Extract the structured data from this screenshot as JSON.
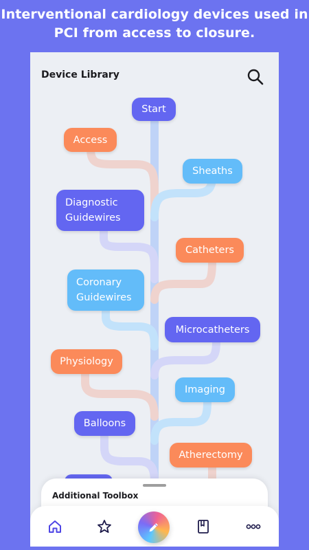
{
  "headline": "Interventional cardiology devices used in PCI from access to closure.",
  "app": {
    "title": "Device Library",
    "search_icon": "search-icon"
  },
  "tree": {
    "nodes": [
      {
        "id": "start",
        "label": "Start",
        "color": "#6366F1"
      },
      {
        "id": "access",
        "label": "Access",
        "color": "#FB8A5A"
      },
      {
        "id": "sheaths",
        "label": "Sheaths",
        "color": "#63BCF9"
      },
      {
        "id": "diagnostic-guidewires",
        "label": "Diagnostic\nGuidewires",
        "color": "#6366F1"
      },
      {
        "id": "catheters",
        "label": "Catheters",
        "color": "#FB8A5A"
      },
      {
        "id": "coronary-guidewires",
        "label": "Coronary\nGuidewires",
        "color": "#63BCF9"
      },
      {
        "id": "microcatheters",
        "label": "Microcatheters",
        "color": "#6366F1"
      },
      {
        "id": "physiology",
        "label": "Physiology",
        "color": "#FB8A5A"
      },
      {
        "id": "imaging",
        "label": "Imaging",
        "color": "#63BCF9"
      },
      {
        "id": "balloons",
        "label": "Balloons",
        "color": "#6366F1"
      },
      {
        "id": "atherectomy",
        "label": "Atherectomy",
        "color": "#FB8A5A"
      }
    ]
  },
  "sheet": {
    "title": "Additional Toolbox"
  },
  "nav": {
    "items": [
      "home-icon",
      "star-icon",
      "edit-icon",
      "book-icon",
      "more-icon"
    ]
  },
  "colors": {
    "background": "#6C73F0",
    "node_blue": "#6366F1",
    "node_orange": "#FB8A5A",
    "node_sky": "#63BCF9"
  }
}
